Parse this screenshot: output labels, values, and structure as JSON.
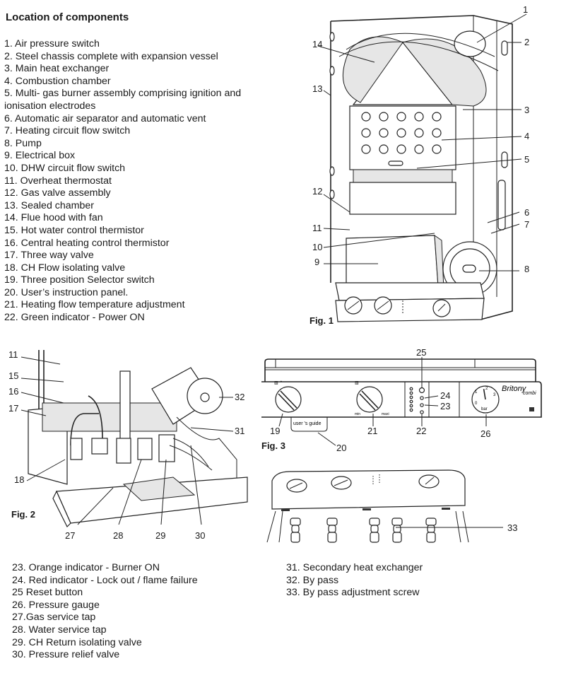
{
  "heading": "Location of components",
  "components_part1": [
    "1. Air pressure switch",
    "2. Steel chassis complete with expansion vessel",
    "3. Main heat exchanger",
    "4. Combustion chamber",
    "5. Multi- gas burner assembly comprising ignition and ionisation electrodes",
    "6. Automatic air separator and automatic vent",
    "7. Heating circuit flow switch",
    "8. Pump",
    "9. Electrical box",
    "10. DHW circuit flow switch",
    "11. Overheat thermostat",
    "12. Gas valve assembly",
    "13. Sealed chamber",
    "14. Flue hood with fan",
    "15. Hot water control thermistor",
    "16. Central heating control thermistor",
    "17. Three way valve",
    "18. CH Flow isolating valve",
    "19. Three position Selector switch",
    "20. User’s instruction panel.",
    "21. Heating flow temperature adjustment",
    "22. Green indicator - Power ON"
  ],
  "components_part2": [
    "23. Orange indicator - Burner ON",
    "24. Red indicator - Lock out / flame failure",
    "25 Reset button",
    "26. Pressure gauge",
    "27.Gas service tap",
    "28. Water service tap",
    "29. CH Return isolating valve",
    "30. Pressure relief valve"
  ],
  "components_part3": [
    "31. Secondary heat exchanger",
    "32. By pass",
    "33. By pass adjustment screw"
  ],
  "figures": {
    "fig1": {
      "label": "Fig. 1",
      "callouts": [
        "1",
        "2",
        "3",
        "4",
        "5",
        "6",
        "7",
        "8",
        "9",
        "10",
        "11",
        "12",
        "13",
        "14"
      ]
    },
    "fig2": {
      "label": "Fig. 2",
      "callouts": [
        "11",
        "15",
        "16",
        "17",
        "18",
        "27",
        "28",
        "29",
        "30",
        "31",
        "32"
      ]
    },
    "fig3": {
      "label": "Fig. 3",
      "callouts": [
        "19",
        "20",
        "21",
        "22",
        "23",
        "24",
        "25",
        "26"
      ],
      "users_guide_tab": "user 's guide",
      "brand": "Britony",
      "brand_suffix": "combi",
      "dial_min": "min",
      "dial_max": "maxi",
      "gauge_unit": "bar",
      "gauge_ticks": [
        "0",
        "1",
        "2",
        "3"
      ],
      "gauge_value_bar": 1.3
    },
    "fig4": {
      "callouts": [
        "33"
      ]
    }
  }
}
